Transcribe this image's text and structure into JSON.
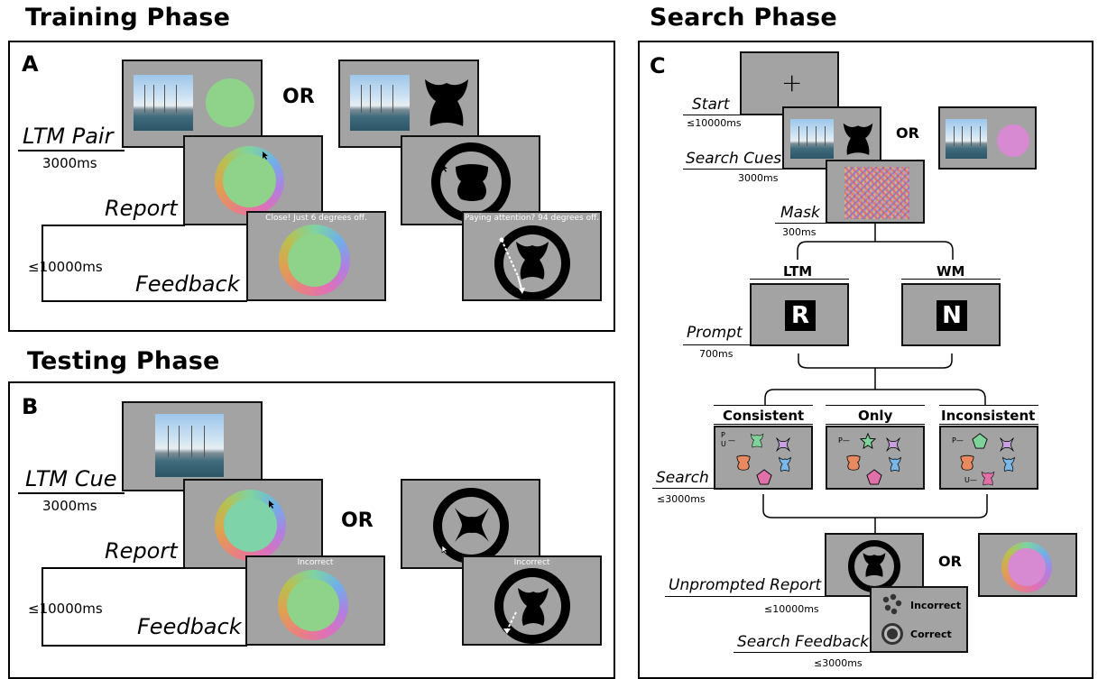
{
  "titles": {
    "training": "Training Phase",
    "testing": "Testing Phase",
    "search": "Search Phase"
  },
  "panel_letters": {
    "a": "A",
    "b": "B",
    "c": "C"
  },
  "or": "OR",
  "training": {
    "ltm_pair": "LTM Pair",
    "ltm_pair_ms": "3000ms",
    "report": "Report",
    "feedback": "Feedback",
    "feedback_ms": "≤10000ms",
    "feedback_color_text": "Close! Just 6 degrees off.",
    "feedback_shape_text": "Paying attention? 94 degrees off."
  },
  "testing": {
    "ltm_cue": "LTM Cue",
    "ltm_cue_ms": "3000ms",
    "report": "Report",
    "feedback": "Feedback",
    "feedback_ms": "≤10000ms",
    "feedback_text_1": "Incorrect",
    "feedback_text_2": "Incorrect"
  },
  "search": {
    "start": "Start",
    "start_ms": "≤10000ms",
    "search_cues": "Search Cues",
    "search_cues_ms": "3000ms",
    "mask": "Mask",
    "mask_ms": "300ms",
    "ltm": "LTM",
    "wm": "WM",
    "letter_ltm": "R",
    "letter_wm": "N",
    "prompt": "Prompt",
    "prompt_ms": "700ms",
    "consistent": "Consistent",
    "only": "Only",
    "inconsistent": "Inconsistent",
    "search_label": "Search",
    "search_ms": "≤3000ms",
    "unprompted": "Unprompted Report",
    "unprompted_ms": "≤10000ms",
    "search_feedback": "Search Feedback",
    "search_feedback_ms": "≤3000ms",
    "incorrect": "Incorrect",
    "correct": "Correct",
    "p": "P",
    "u": "U",
    "dash": "—",
    "p_dash": "P—",
    "u_dash": "U—",
    "fixation": "+"
  },
  "colors": {
    "screen_gray": "#a3a3a3",
    "green_disk": "#8fd38a",
    "teal_disk": "#7fd3a8",
    "pink_disk": "#d78ad2"
  }
}
